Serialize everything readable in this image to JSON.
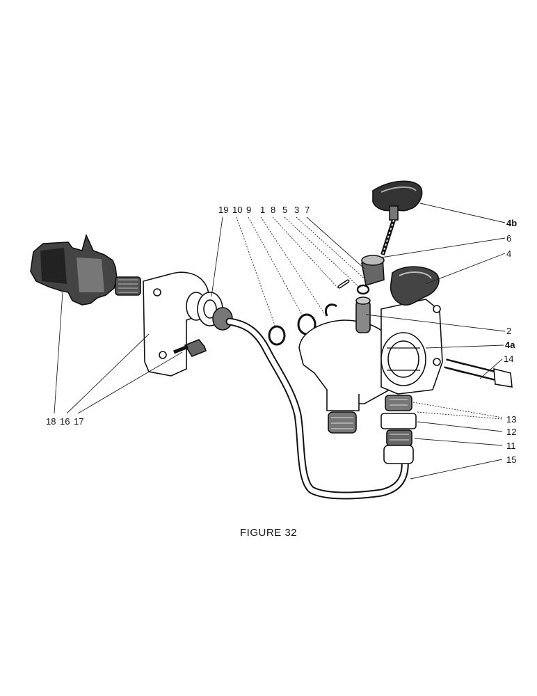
{
  "figure": {
    "caption": "FIGURE 32"
  },
  "callouts": {
    "c19": "19",
    "c10": "10",
    "c9": "9",
    "c1": "1",
    "c8": "8",
    "c5": "5",
    "c3": "3",
    "c7": "7",
    "c4b": "4b",
    "c6": "6",
    "c4": "4",
    "c2": "2",
    "c4a": "4a",
    "c14": "14",
    "c13": "13",
    "c12": "12",
    "c11": "11",
    "c15": "15",
    "c18": "18",
    "c16": "16",
    "c17": "17"
  }
}
